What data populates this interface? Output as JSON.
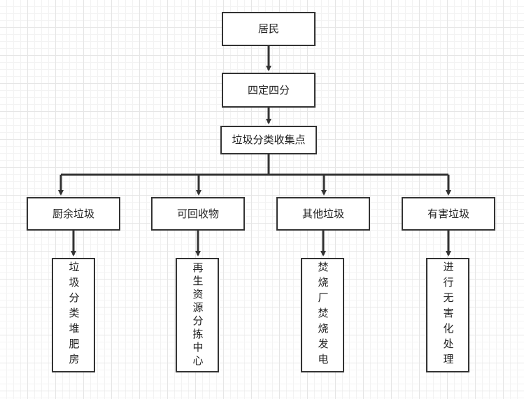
{
  "diagram": {
    "root": "居民",
    "step2": "四定四分",
    "step3": "垃圾分类收集点",
    "categories": [
      {
        "label": "厨余垃圾",
        "outcome": "垃圾分类堆肥房"
      },
      {
        "label": "可回收物",
        "outcome": "再生资源分拣中心"
      },
      {
        "label": "其他垃圾",
        "outcome": "焚烧厂焚烧发电"
      },
      {
        "label": "有害垃圾",
        "outcome": "进行无害化处理"
      }
    ],
    "colors": {
      "stroke": "#333333",
      "box_fill": "#ffffff",
      "grid": "#e6e6e6"
    }
  }
}
